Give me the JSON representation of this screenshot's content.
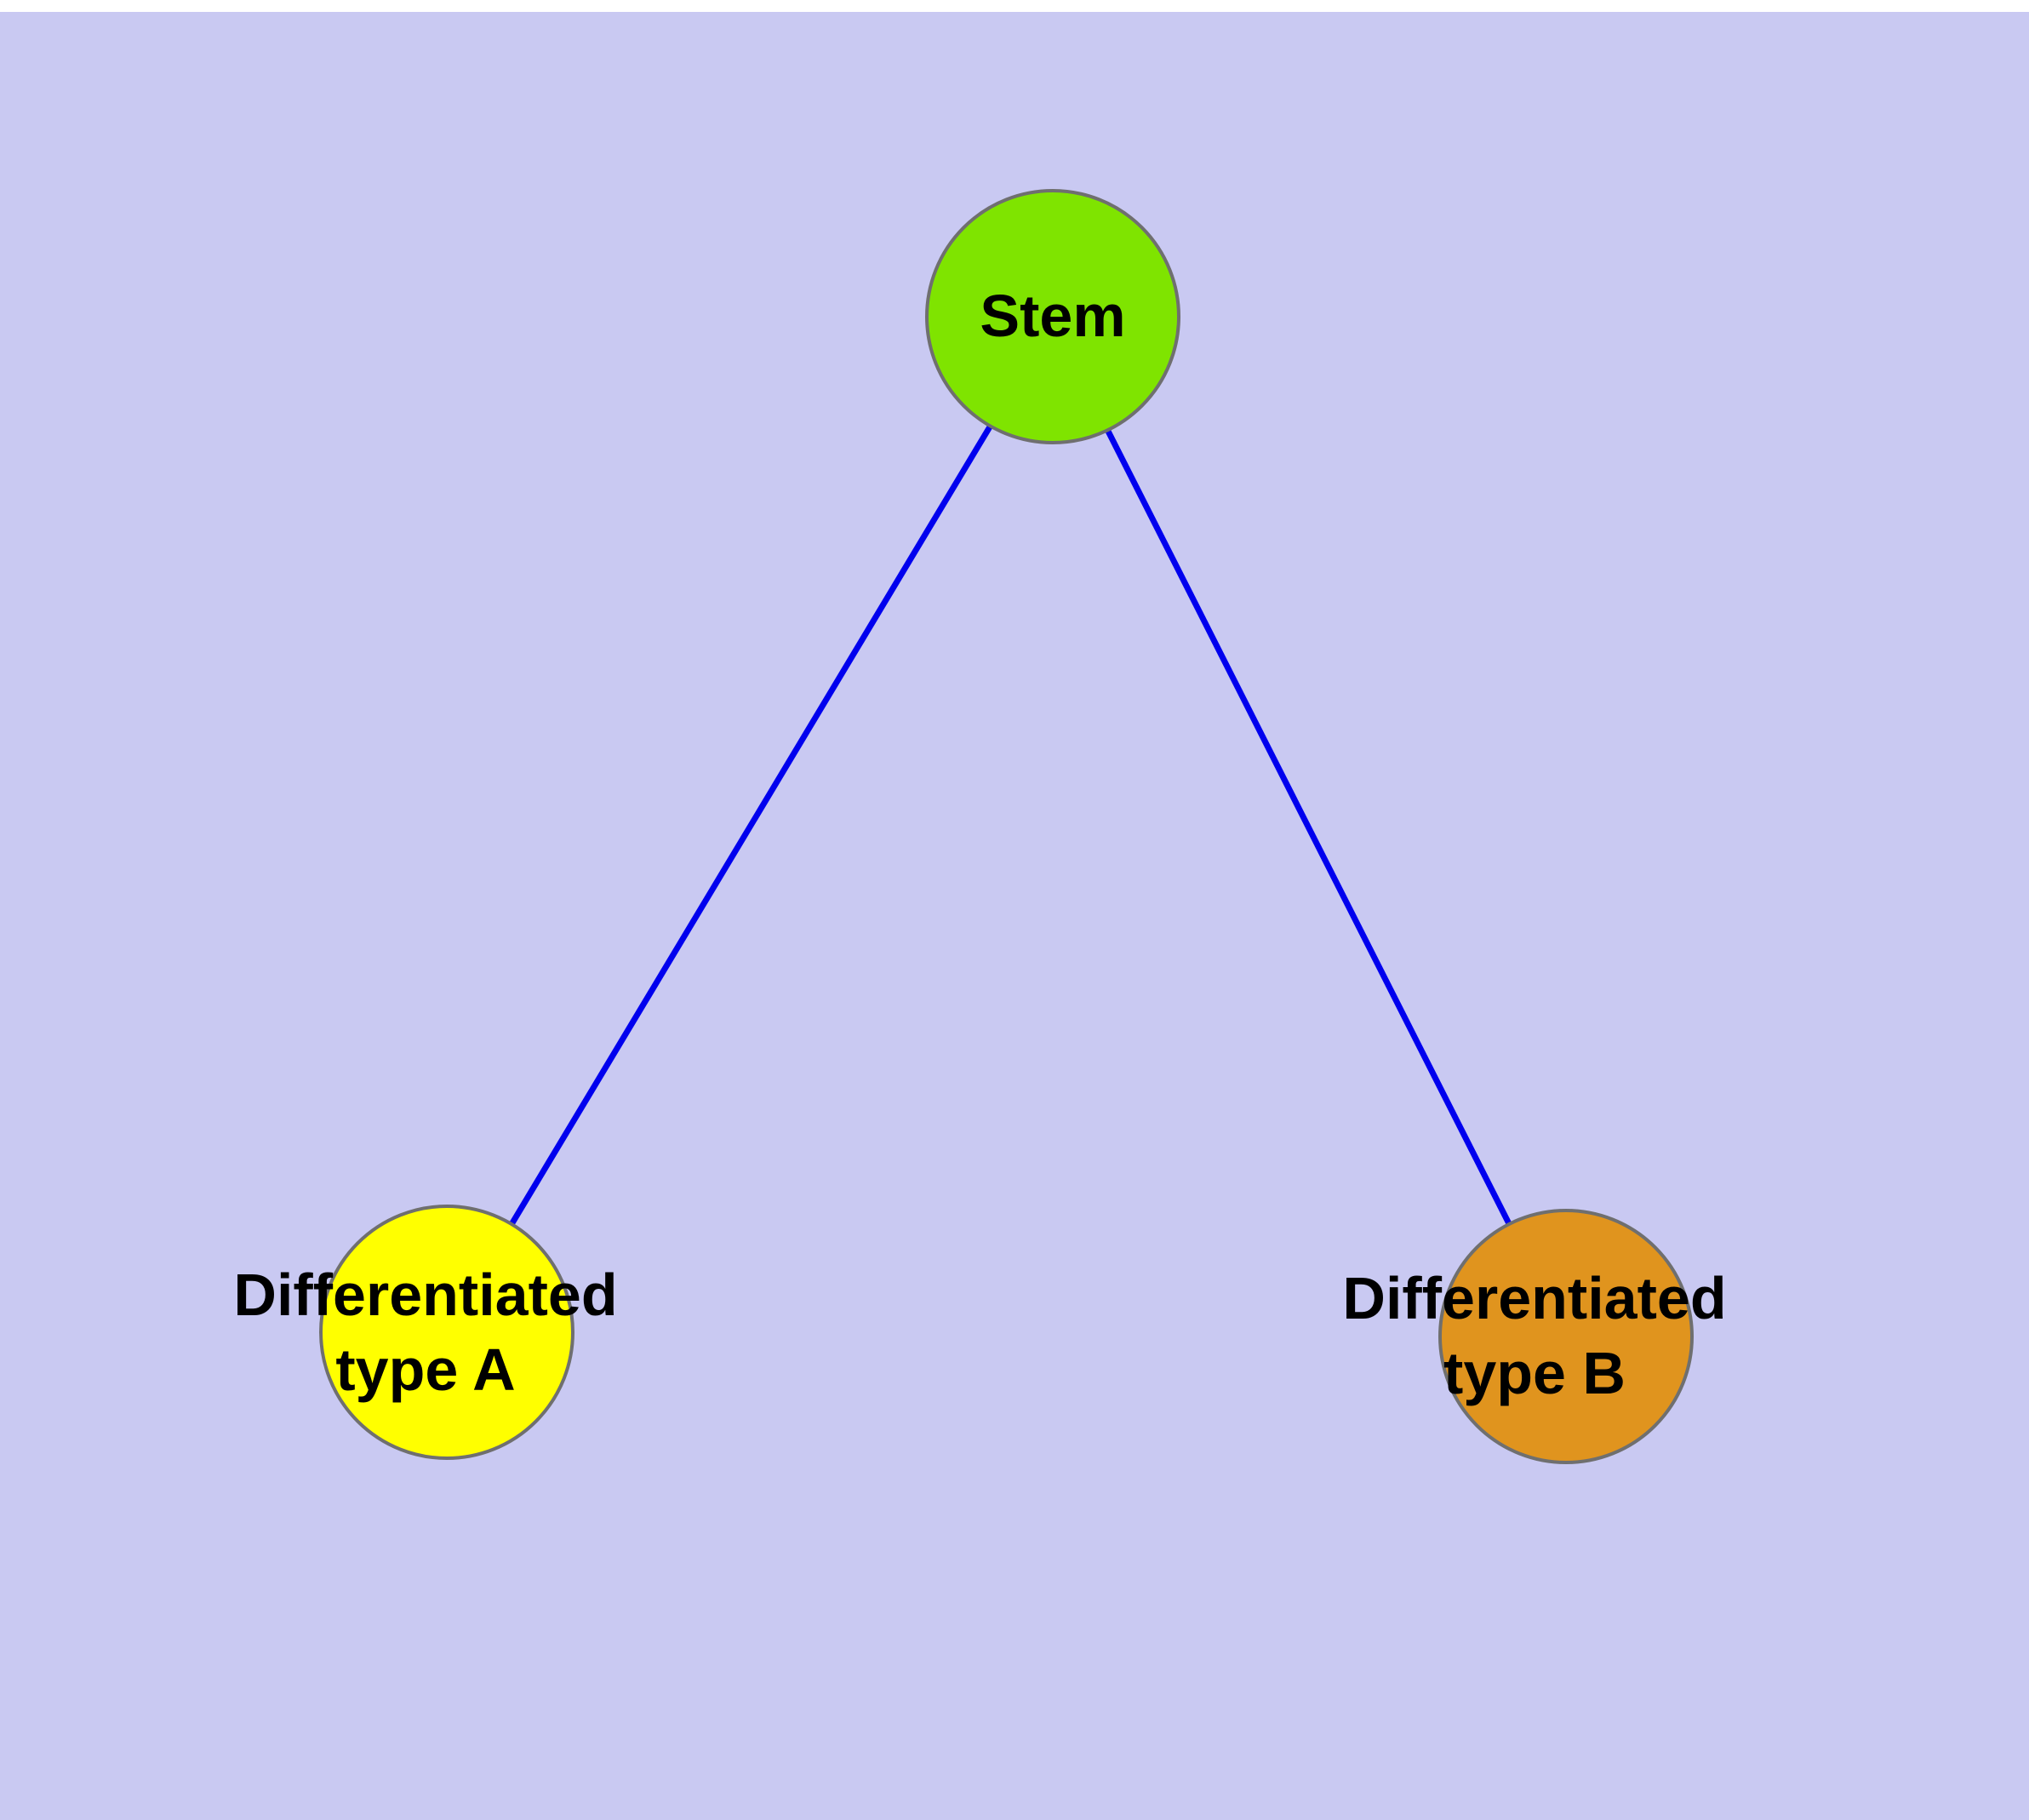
{
  "colors": {
    "background": "#c9c9f2",
    "edge": "#0000ee",
    "text": "#000000",
    "node_border": "#6f6f6f",
    "stem_fill": "#7fe400",
    "type_a_fill": "#ffff00",
    "type_b_fill": "#e0941e"
  },
  "nodes": [
    {
      "id": "stem",
      "label": "Stem",
      "fill": "#7fe400"
    },
    {
      "id": "type-a",
      "label": "Differentiated\ntype A",
      "fill": "#ffff00"
    },
    {
      "id": "type-b",
      "label": "Differentiated\ntype B",
      "fill": "#e0941e"
    }
  ],
  "edges": [
    {
      "from": "stem",
      "to": "type-a",
      "color": "#0000ee"
    },
    {
      "from": "stem",
      "to": "type-b",
      "color": "#0000ee"
    }
  ]
}
